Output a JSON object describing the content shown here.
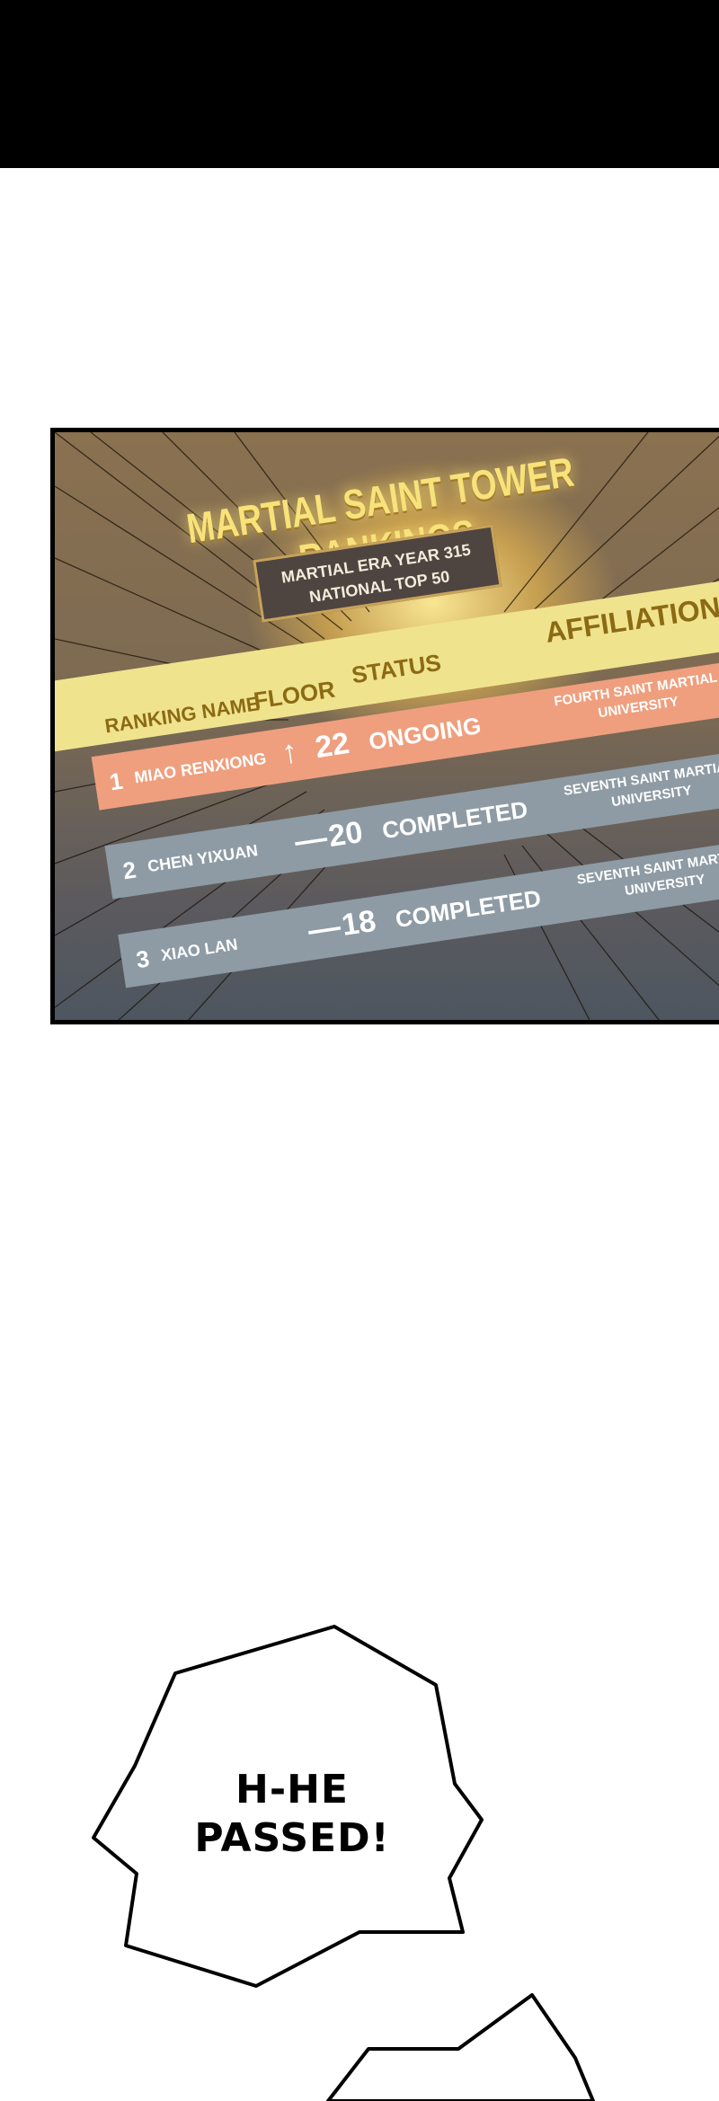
{
  "panel": {
    "title": "MARTIAL SAINT TOWER RANKINGS",
    "subtitle_line1": "MARTIAL ERA YEAR 315",
    "subtitle_line2": "NATIONAL TOP 50",
    "headers": {
      "ranking_name": "RANKING NAME",
      "floor": "FLOOR",
      "status": "STATUS",
      "affiliation": "AFFILIATION"
    },
    "rows": [
      {
        "rank": "1",
        "name": "MIAO RENXIONG",
        "trend": "↑",
        "floor": "22",
        "status": "ONGOING",
        "affiliation_line1": "FOURTH SAINT MARTIAL",
        "affiliation_line2": "UNIVERSITY"
      },
      {
        "rank": "2",
        "name": "CHEN YIXUAN",
        "trend": "—",
        "floor": "20",
        "status": "COMPLETED",
        "affiliation_line1": "SEVENTH SAINT MARTIAL",
        "affiliation_line2": "UNIVERSITY"
      },
      {
        "rank": "3",
        "name": "XIAO LAN",
        "trend": "—",
        "floor": "18",
        "status": "COMPLETED",
        "affiliation_line1": "SEVENTH SAINT MARTIAL",
        "affiliation_line2": "UNIVERSITY"
      }
    ]
  },
  "bubble": {
    "line1": "H-HE",
    "line2": "PASSED!"
  }
}
